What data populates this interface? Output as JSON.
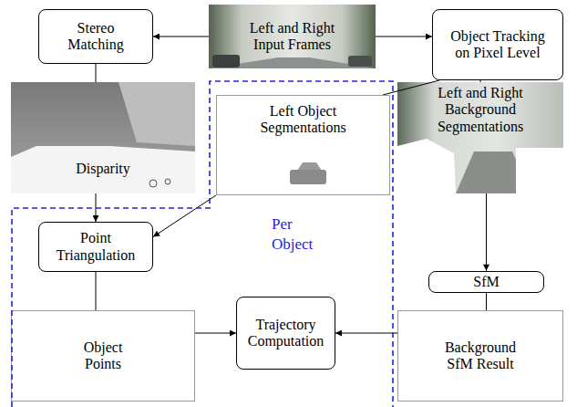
{
  "diagram": {
    "nodes": [
      {
        "text": [
          "Stereo Matching"
        ]
      },
      {
        "text": [
          "Left and Right Input Frames"
        ]
      },
      {
        "text": [
          "Object Tracking on Pixel Level"
        ]
      },
      {
        "text": [
          "Disparity"
        ]
      },
      {
        "text": [
          "Per Object"
        ]
      },
      {
        "text": [
          "Left Object Segmentations"
        ],
        "in": 4
      },
      {
        "text": [
          "Left and Right Background Segmentations"
        ]
      },
      {
        "text": [
          "Point Triangulation"
        ],
        "in": 4
      },
      {
        "text": [
          "SfM"
        ]
      },
      {
        "text": [
          "Object Points"
        ],
        "in": 4
      },
      {
        "text": [
          "Trajectory Computation"
        ],
        "in": 4
      },
      {
        "text": [
          "Background SfM Result"
        ]
      }
    ],
    "edges": [
      {
        "from": 1,
        "to": 0,
        "arrow": "to"
      },
      {
        "from": 1,
        "to": 2,
        "arrow": "to"
      },
      {
        "from": 0,
        "to": 3,
        "arrow": "none"
      },
      {
        "from": 2,
        "to": 5,
        "arrow": "none"
      },
      {
        "from": 2,
        "to": 6,
        "arrow": "none"
      },
      {
        "from": 3,
        "to": 7,
        "arrow": "to"
      },
      {
        "from": 5,
        "to": 7,
        "arrow": "to"
      },
      {
        "from": 6,
        "to": 8,
        "arrow": "to"
      },
      {
        "from": 7,
        "to": 9,
        "arrow": "none"
      },
      {
        "from": 8,
        "to": 11,
        "arrow": "none"
      },
      {
        "from": 9,
        "to": 10,
        "arrow": "to"
      },
      {
        "from": 11,
        "to": 10,
        "arrow": "to"
      }
    ]
  }
}
